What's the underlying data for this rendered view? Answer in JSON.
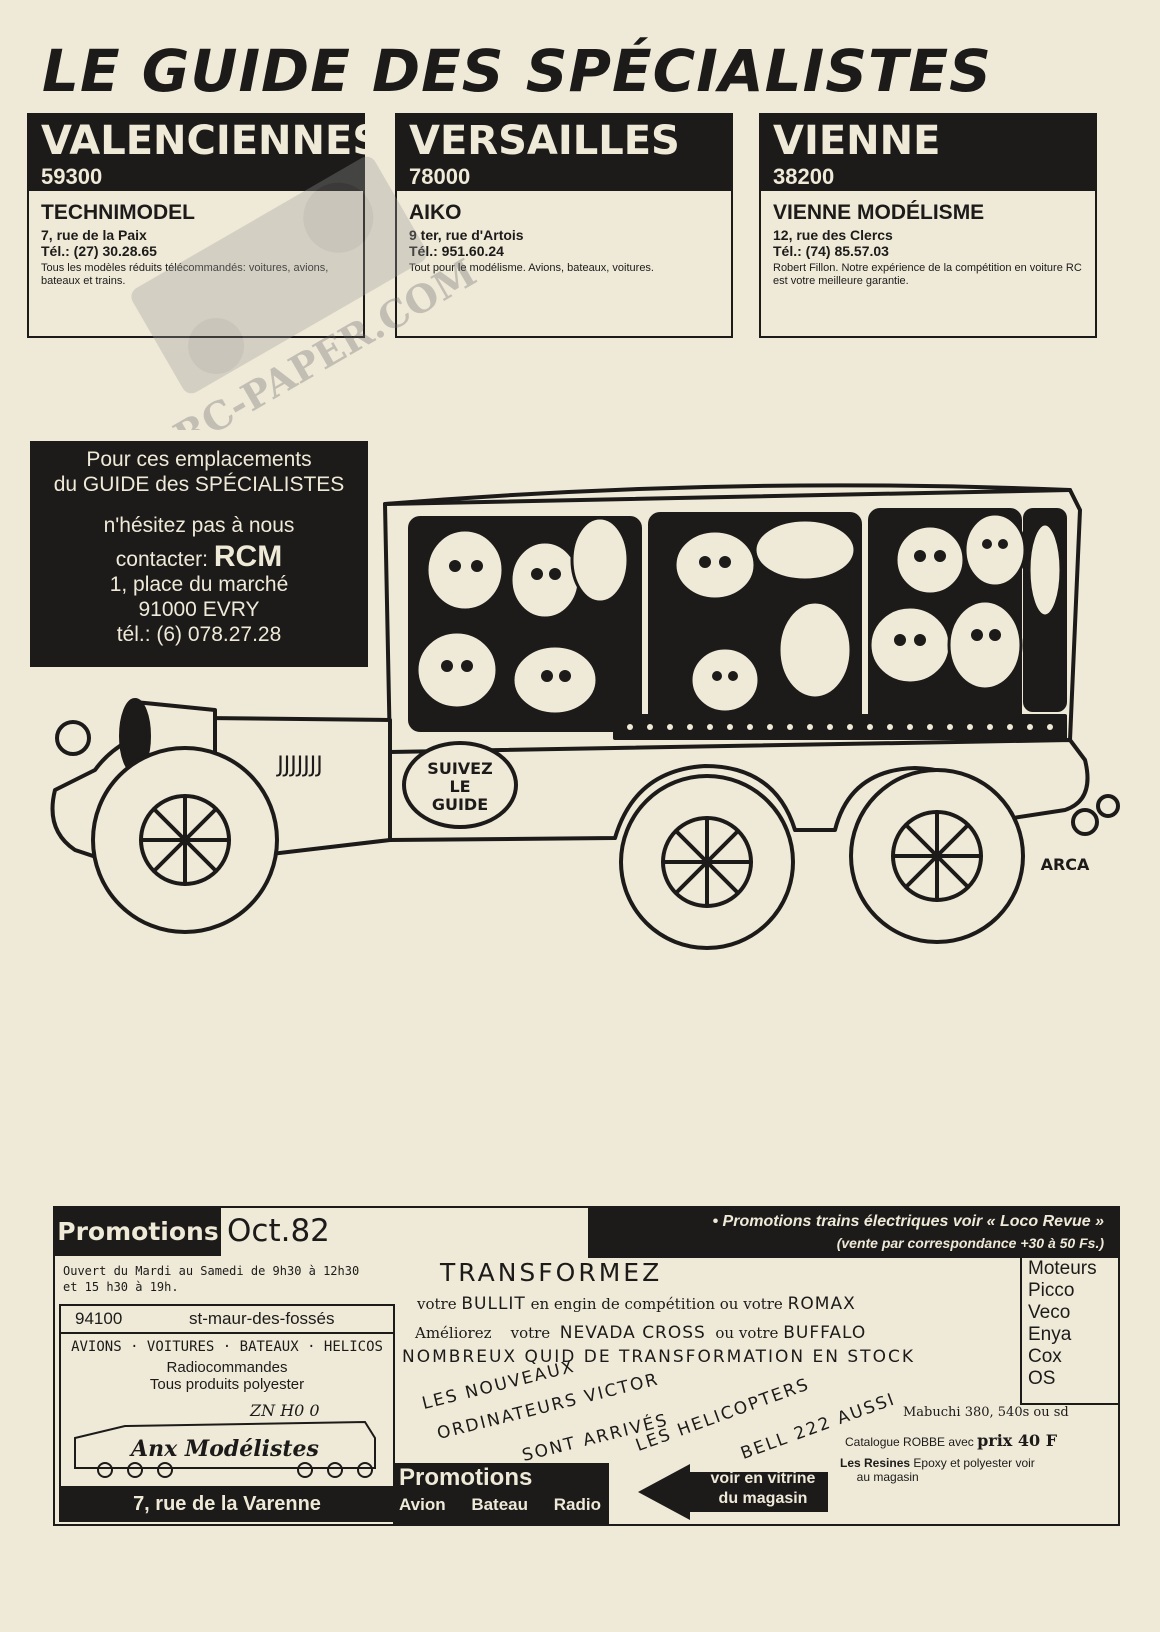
{
  "title": "LE GUIDE DES SPÉCIALISTES",
  "cards": [
    {
      "city": "VALENCIENNES",
      "zip": "59300",
      "shop": "TECHNIMODEL",
      "addr": "7, rue de la Paix",
      "tel": "Tél.: (27) 30.28.65",
      "desc": "Tous les modèles réduits télécommandés: voitures, avions, bateaux et trains."
    },
    {
      "city": "VERSAILLES",
      "zip": "78000",
      "shop": "AIKO",
      "addr": "9 ter, rue d'Artois",
      "tel": "Tél.: 951.60.24",
      "desc": "Tout pour le modélisme. Avions, bateaux, voitures."
    },
    {
      "city": "VIENNE",
      "zip": "38200",
      "shop": "VIENNE MODÉLISME",
      "addr": "12, rue des Clercs",
      "tel": "Tél.: (74) 85.57.03",
      "desc": "Robert Fillon. Notre expérience de la compétition en voiture RC est votre meilleure garantie."
    }
  ],
  "contact": {
    "l1": "Pour ces emplacements",
    "l2": "du GUIDE des SPÉCIALISTES",
    "l3": "n'hésitez pas à nous",
    "l4_pre": "contacter:",
    "l4_brand": "RCM",
    "l5": "1, place du marché",
    "l6": "91000 EVRY",
    "l7": "tél.: (6) 078.27.28"
  },
  "cartoon": {
    "sign1": "SUIVEZ",
    "sign2": "LE",
    "sign3": "GUIDE",
    "hood": "JJJJJJJ",
    "signature": "ARCA"
  },
  "ad": {
    "promo_tag": "Promotions",
    "date": "Oct.82",
    "trains_line1": "• Promotions trains électriques voir « Loco Revue »",
    "trains_line2": "(vente par correspondance +30 à 50 Fs.)",
    "hours1": "Ouvert du Mardi au Samedi de 9h30 à 12h30",
    "hours2": "et 15 h30 à 19h.",
    "zip": "94100",
    "town": "st-maur-des-fossés",
    "cats": "AVIONS · VOITURES · BATEAUX · HELICOS",
    "radio": "Radiocommandes",
    "poly": "Tous produits polyester",
    "logo_top": "ZN H0 0",
    "logo_name": "Anx Modélistes",
    "street": "7, rue de la Varenne",
    "transformez": "TRANSFORMEZ",
    "l1_a": "votre",
    "l1_b": "BULLIT",
    "l1_c": "en engin de compétition ou votre",
    "l1_d": "ROMAX",
    "l2_a": "Améliorez",
    "l2_b": "votre",
    "l2_c": "NEVADA CROSS",
    "l2_d": "ou votre",
    "l2_e": "BUFFALO",
    "l3": "NOMBREUX QUID DE TRANSFORMATION EN STOCK",
    "moteurs": [
      "Moteurs",
      "Picco",
      "Veco",
      "Enya",
      "Cox",
      "OS"
    ],
    "diag1": "LES NOUVEAUX",
    "diag2": "ORDINATEURS VICTOR",
    "diag3": "SONT ARRIVÉS",
    "diag4": "LES HELICOPTERS",
    "diag5": "BELL 222 AUSSI",
    "mabuchi": "Mabuchi 380, 540s ou sd",
    "catalogue_a": "Catalogue ROBBE avec",
    "catalogue_b": "prix 40 F",
    "resines_a": "Les Resines",
    "resines_b": "Epoxy et polyester voir",
    "resines_c": "au magasin",
    "promo2_title": "Promotions",
    "promo2_items": [
      "Avion",
      "Bateau",
      "Radio"
    ],
    "arrow1": "voir en vitrine",
    "arrow2": "du magasin"
  },
  "watermark": "RC-PAPER.COM"
}
